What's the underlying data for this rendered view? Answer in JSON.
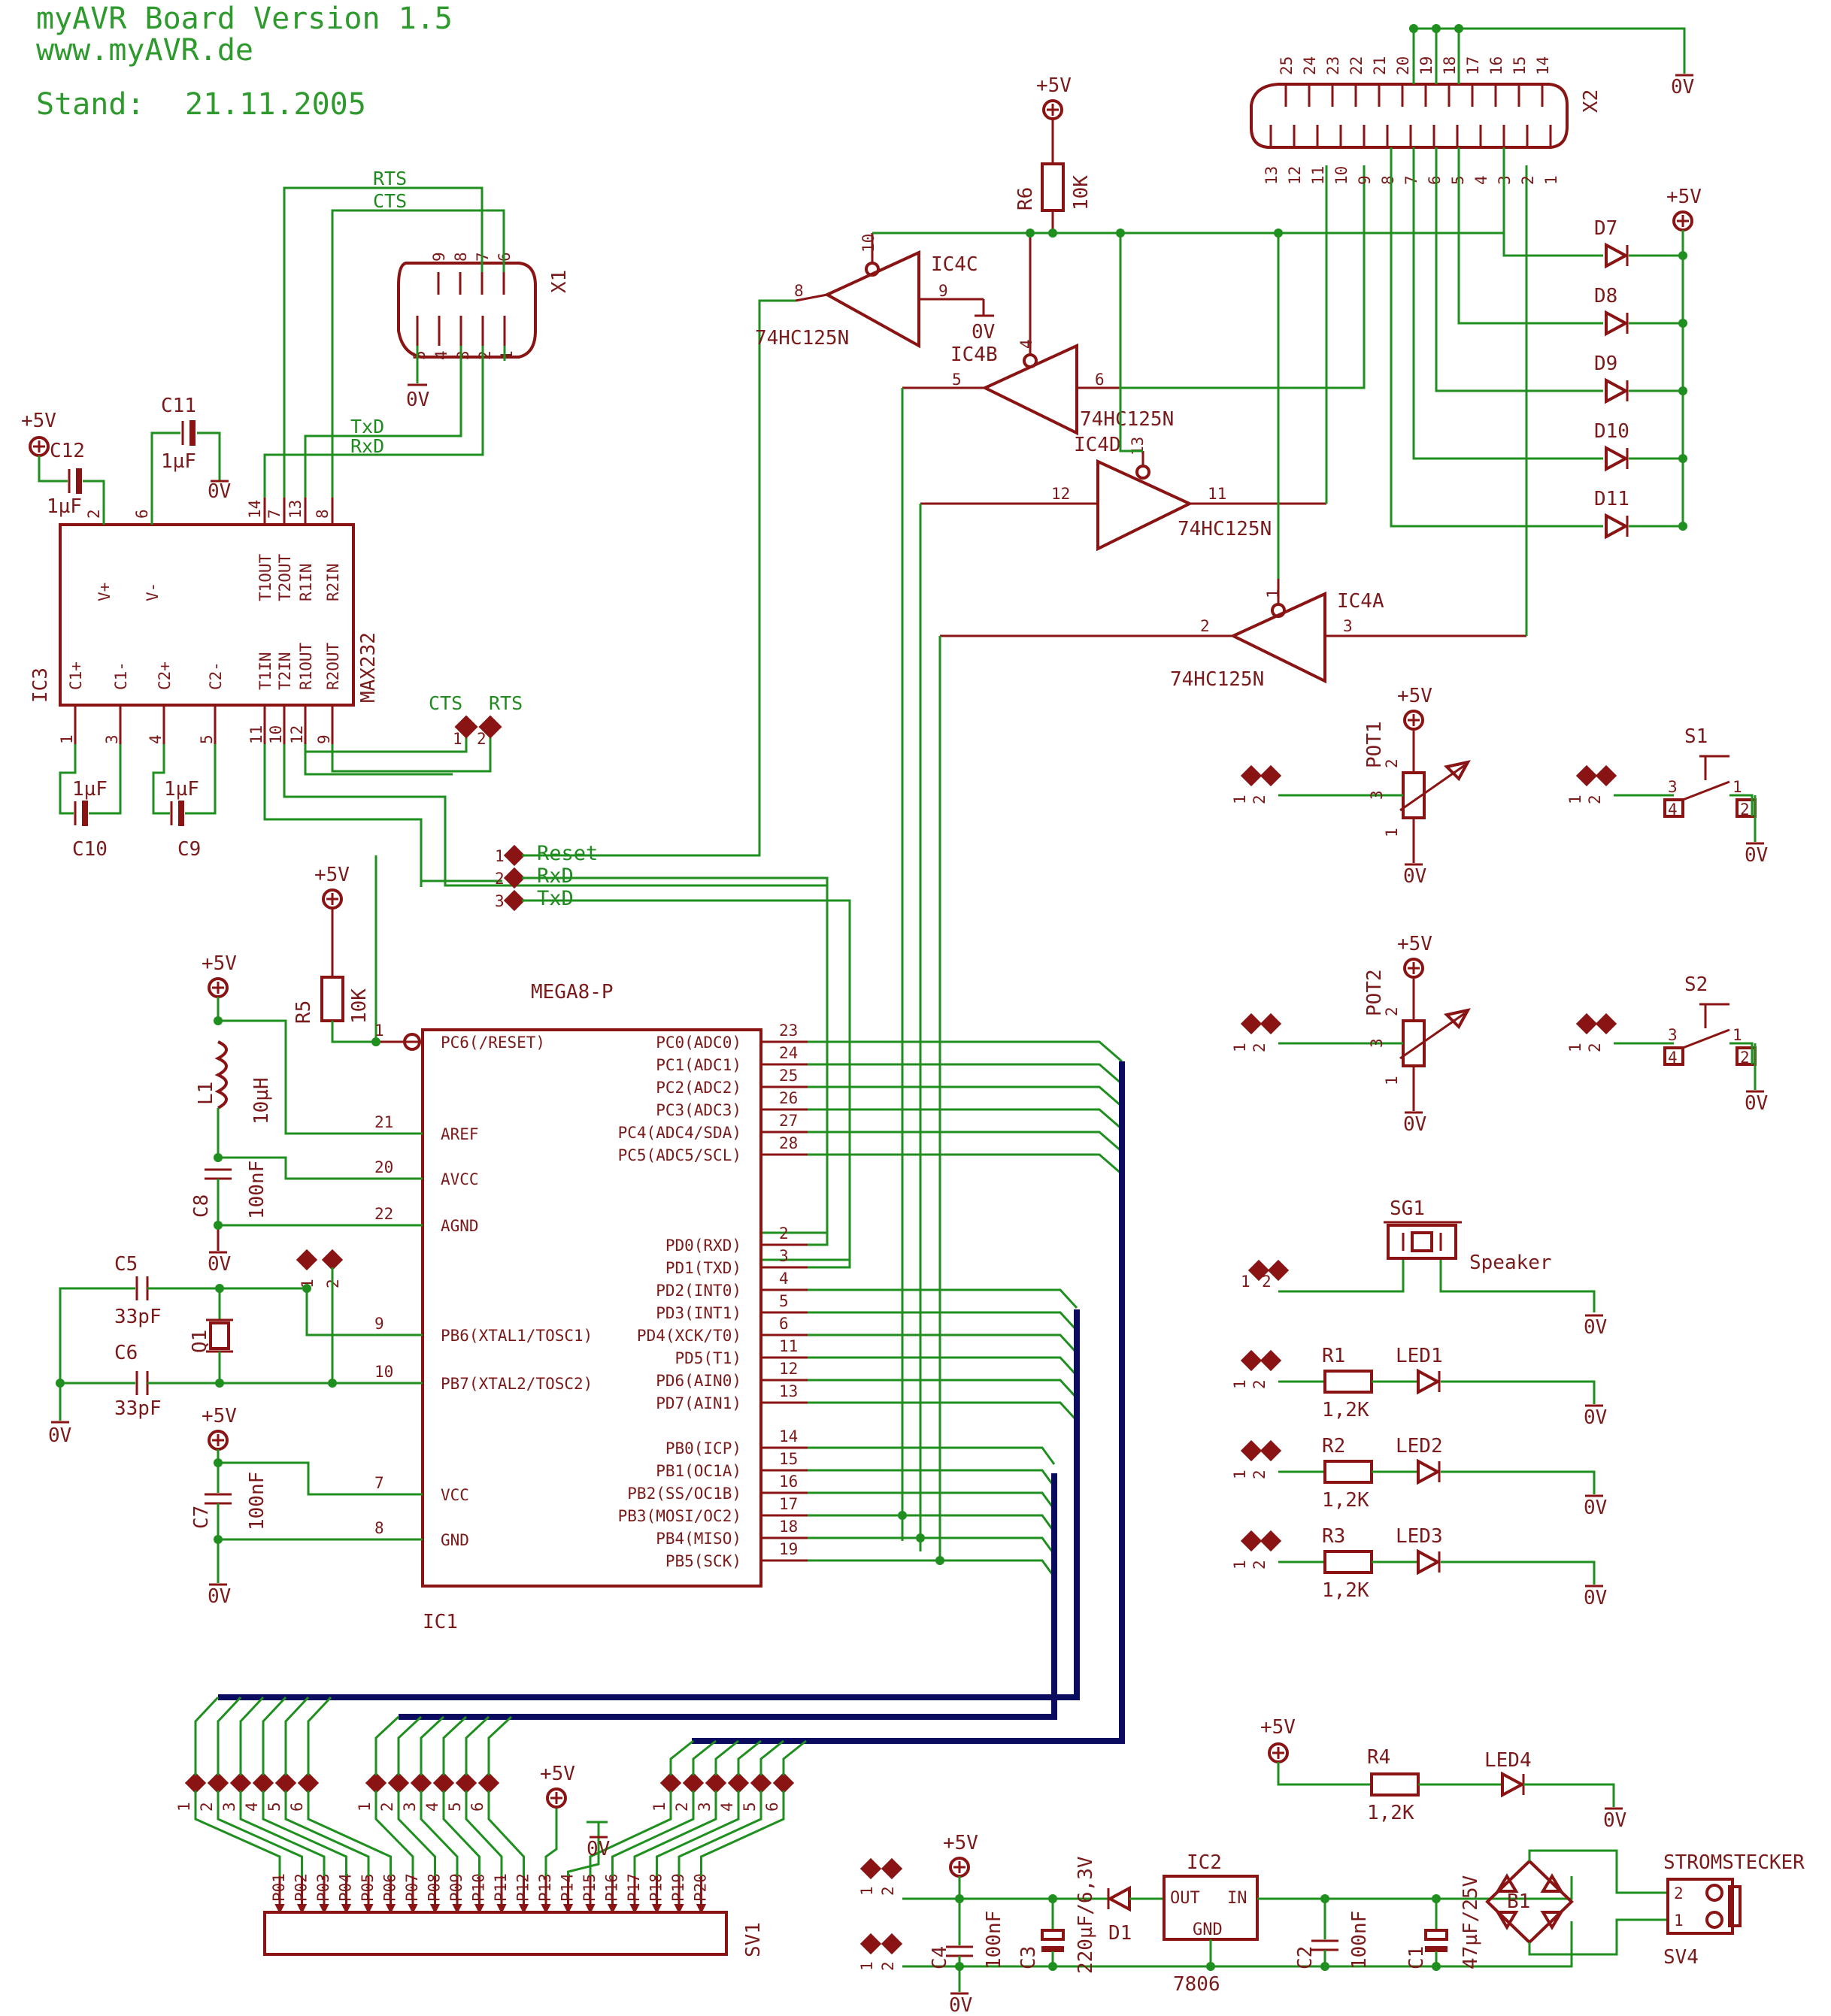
{
  "header": {
    "title": "myAVR Board Version 1.5",
    "url": "www.myAVR.de",
    "stand_label": "Stand:",
    "stand_date": "21.11.2005"
  },
  "rails": {
    "vcc": "+5V",
    "gnd": "0V"
  },
  "colors": {
    "symbol": "#8a1414",
    "net": "#1f8f1f",
    "bus": "#0b0b60",
    "header": "#2e9a2e"
  },
  "nets": {
    "rts": "RTS",
    "cts": "CTS",
    "txd": "TxD",
    "rxd": "RxD",
    "reset": "Reset"
  },
  "x1": {
    "name": "X1",
    "pins_top": [
      "9",
      "8",
      "7",
      "6"
    ],
    "pins_bottom": [
      "5",
      "4",
      "3",
      "2",
      "1"
    ]
  },
  "ic3": {
    "name": "IC3",
    "part": "MAX232",
    "top_pins": [
      {
        "num": "2",
        "label": "V+"
      },
      {
        "num": "6",
        "label": "V-"
      },
      {
        "num": "14",
        "label": "T1OUT"
      },
      {
        "num": "7",
        "label": "T2OUT"
      },
      {
        "num": "13",
        "label": "R1IN"
      },
      {
        "num": "8",
        "label": "R2IN"
      }
    ],
    "bottom_pins": [
      {
        "num": "1",
        "label": "C1+"
      },
      {
        "num": "3",
        "label": "C1-"
      },
      {
        "num": "4",
        "label": "C2+"
      },
      {
        "num": "5",
        "label": "C2-"
      },
      {
        "num": "11",
        "label": "T1IN"
      },
      {
        "num": "10",
        "label": "T2IN"
      },
      {
        "num": "12",
        "label": "R1OUT"
      },
      {
        "num": "9",
        "label": "R2OUT"
      }
    ]
  },
  "caps_rs232": {
    "c11": {
      "name": "C11",
      "value": "1µF"
    },
    "c12": {
      "name": "C12",
      "value": "1µF"
    },
    "c10": {
      "name": "C10",
      "value": "1µF"
    },
    "c9": {
      "name": "C9",
      "value": "1µF"
    }
  },
  "jumper_cts_rts": {
    "label1": "CTS",
    "label2": "RTS",
    "pin1": "1",
    "pin2": "2"
  },
  "jumper_prog": {
    "pins": [
      "1",
      "2",
      "3"
    ]
  },
  "ic4": {
    "part": "74HC125N",
    "c": {
      "name": "IC4C",
      "in": "8",
      "out": "9",
      "oe": "10"
    },
    "b": {
      "name": "IC4B",
      "in": "5",
      "out": "6",
      "oe": "4"
    },
    "d": {
      "name": "IC4D",
      "in": "12",
      "out": "11",
      "oe": "13"
    },
    "a": {
      "name": "IC4A",
      "in": "2",
      "out": "3",
      "oe": "1"
    }
  },
  "r6": {
    "name": "R6",
    "value": "10K"
  },
  "x2": {
    "name": "X2",
    "pins_top": [
      "25",
      "24",
      "23",
      "22",
      "21",
      "20",
      "19",
      "18",
      "17",
      "16",
      "15",
      "14"
    ],
    "pins_bottom": [
      "13",
      "12",
      "11",
      "10",
      "9",
      "8",
      "7",
      "6",
      "5",
      "4",
      "3",
      "2",
      "1"
    ]
  },
  "diodes_lpt": [
    "D7",
    "D8",
    "D9",
    "D10",
    "D11"
  ],
  "pots": [
    {
      "name": "POT1",
      "pins": [
        "1",
        "2",
        "3"
      ]
    },
    {
      "name": "POT2",
      "pins": [
        "1",
        "2",
        "3"
      ]
    }
  ],
  "switches": [
    {
      "name": "S1",
      "pins": [
        "1",
        "2",
        "3",
        "4"
      ]
    },
    {
      "name": "S2",
      "pins": [
        "1",
        "2",
        "3",
        "4"
      ]
    }
  ],
  "speaker": {
    "name": "SG1",
    "label": "Speaker",
    "pins": [
      "1",
      "2"
    ]
  },
  "leds": [
    {
      "r": "R1",
      "value": "1,2K",
      "led": "LED1"
    },
    {
      "r": "R2",
      "value": "1,2K",
      "led": "LED2"
    },
    {
      "r": "R3",
      "value": "1,2K",
      "led": "LED3"
    }
  ],
  "led4": {
    "r": "R4",
    "value": "1,2K",
    "led": "LED4"
  },
  "ic1": {
    "name": "IC1",
    "part": "MEGA8-P",
    "left_pins": [
      {
        "num": "1",
        "label": "PC6(/RESET)"
      },
      {
        "num": "21",
        "label": "AREF"
      },
      {
        "num": "20",
        "label": "AVCC"
      },
      {
        "num": "22",
        "label": "AGND"
      },
      {
        "num": "9",
        "label": "PB6(XTAL1/TOSC1)"
      },
      {
        "num": "10",
        "label": "PB7(XTAL2/TOSC2)"
      },
      {
        "num": "7",
        "label": "VCC"
      },
      {
        "num": "8",
        "label": "GND"
      }
    ],
    "right_pins": [
      {
        "num": "23",
        "label": "PC0(ADC0)"
      },
      {
        "num": "24",
        "label": "PC1(ADC1)"
      },
      {
        "num": "25",
        "label": "PC2(ADC2)"
      },
      {
        "num": "26",
        "label": "PC3(ADC3)"
      },
      {
        "num": "27",
        "label": "PC4(ADC4/SDA)"
      },
      {
        "num": "28",
        "label": "PC5(ADC5/SCL)"
      },
      {
        "num": "2",
        "label": "PD0(RXD)"
      },
      {
        "num": "3",
        "label": "PD1(TXD)"
      },
      {
        "num": "4",
        "label": "PD2(INT0)"
      },
      {
        "num": "5",
        "label": "PD3(INT1)"
      },
      {
        "num": "6",
        "label": "PD4(XCK/T0)"
      },
      {
        "num": "11",
        "label": "PD5(T1)"
      },
      {
        "num": "12",
        "label": "PD6(AIN0)"
      },
      {
        "num": "13",
        "label": "PD7(AIN1)"
      },
      {
        "num": "14",
        "label": "PB0(ICP)"
      },
      {
        "num": "15",
        "label": "PB1(OC1A)"
      },
      {
        "num": "16",
        "label": "PB2(SS/OC1B)"
      },
      {
        "num": "17",
        "label": "PB3(MOSI/OC2)"
      },
      {
        "num": "18",
        "label": "PB4(MISO)"
      },
      {
        "num": "19",
        "label": "PB5(SCK)"
      }
    ]
  },
  "r5": {
    "name": "R5",
    "value": "10K"
  },
  "l1": {
    "name": "L1",
    "value": "10µH"
  },
  "c8": {
    "name": "C8",
    "value": "100nF"
  },
  "c7": {
    "name": "C7",
    "value": "100nF"
  },
  "c5": {
    "name": "C5",
    "value": "33pF"
  },
  "c6": {
    "name": "C6",
    "value": "33pF"
  },
  "q1": {
    "name": "Q1"
  },
  "sv1": {
    "name": "SV1",
    "pins": [
      "P01",
      "P02",
      "P03",
      "P04",
      "P05",
      "P06",
      "P07",
      "P08",
      "P09",
      "P10",
      "P11",
      "P12",
      "P13",
      "P14",
      "P15",
      "P16",
      "P17",
      "P18",
      "P19",
      "P20"
    ]
  },
  "header_pins": [
    "1",
    "2",
    "3",
    "4",
    "5",
    "6"
  ],
  "power": {
    "ic2": {
      "name": "IC2",
      "part": "7806",
      "out": "OUT",
      "in": "IN",
      "gnd": "GND"
    },
    "c1": {
      "name": "C1",
      "value": "47µF/25V"
    },
    "c2": {
      "name": "C2",
      "value": "100nF"
    },
    "c3": {
      "name": "C3",
      "value": "220µF/6,3V"
    },
    "c4": {
      "name": "C4",
      "value": "100nF"
    },
    "d1": {
      "name": "D1"
    },
    "b1": {
      "name": "B1"
    },
    "connector": {
      "name": "SV4",
      "label": "STROMSTECKER",
      "pins": [
        "1",
        "2"
      ]
    }
  }
}
